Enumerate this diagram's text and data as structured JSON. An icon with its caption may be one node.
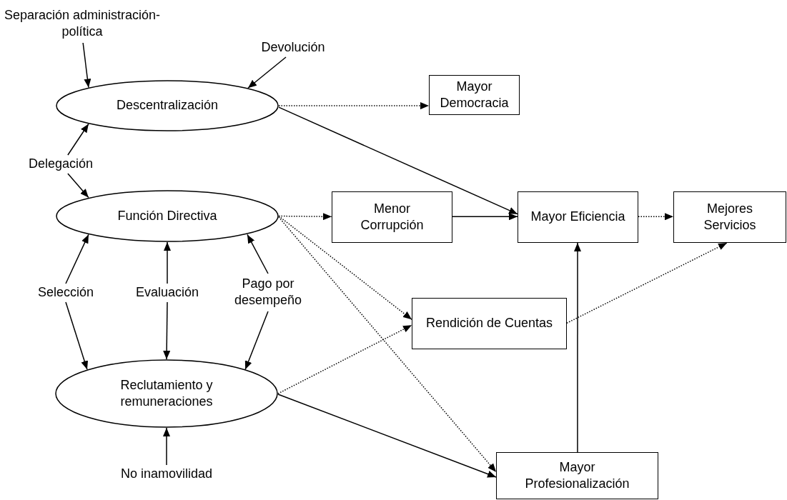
{
  "diagram": {
    "nodes": [
      {
        "text": [
          "Separación administración-política"
        ]
      },
      {
        "text": [
          "Devolución"
        ]
      },
      {
        "text": [
          "Descentralización"
        ]
      },
      {
        "text": [
          "Mayor Democracia"
        ]
      },
      {
        "text": [
          "Delegación"
        ]
      },
      {
        "text": [
          "Función Directiva"
        ]
      },
      {
        "text": [
          "Menor Corrupción"
        ]
      },
      {
        "text": [
          "Mayor Eficiencia"
        ]
      },
      {
        "text": [
          "Mejores Servicios"
        ]
      },
      {
        "text": [
          "Selección"
        ]
      },
      {
        "text": [
          "Evaluación"
        ]
      },
      {
        "text": [
          "Pago por desempeño"
        ]
      },
      {
        "text": [
          "Rendición de Cuentas"
        ]
      },
      {
        "text": [
          "Reclutamiento y remuneraciones"
        ]
      },
      {
        "text": [
          "No inamovilidad"
        ]
      },
      {
        "text": [
          "Mayor Profesionalización"
        ]
      }
    ],
    "edges": [
      {
        "from": 0,
        "to": 2,
        "arrow": "to"
      },
      {
        "from": 1,
        "to": 2,
        "arrow": "to"
      },
      {
        "from": 4,
        "to": 2,
        "arrow": "to"
      },
      {
        "from": 4,
        "to": 5,
        "arrow": "to"
      },
      {
        "from": 2,
        "to": 3,
        "arrow": "to",
        "style": "dashed"
      },
      {
        "from": 2,
        "to": 7,
        "arrow": "to"
      },
      {
        "from": 5,
        "to": 6,
        "arrow": "to",
        "style": "dashed"
      },
      {
        "from": 6,
        "to": 7,
        "arrow": "to"
      },
      {
        "from": 7,
        "to": 8,
        "arrow": "to",
        "style": "dashed"
      },
      {
        "from": 9,
        "to": 5,
        "arrow": "to"
      },
      {
        "from": 9,
        "to": 13,
        "arrow": "to"
      },
      {
        "from": 10,
        "to": 5,
        "arrow": "to"
      },
      {
        "from": 10,
        "to": 13,
        "arrow": "to"
      },
      {
        "from": 11,
        "to": 5,
        "arrow": "to"
      },
      {
        "from": 11,
        "to": 13,
        "arrow": "to"
      },
      {
        "from": 5,
        "to": 12,
        "arrow": "to",
        "style": "dashed"
      },
      {
        "from": 5,
        "to": 15,
        "arrow": "to",
        "style": "dashed"
      },
      {
        "from": 13,
        "to": 12,
        "arrow": "to",
        "style": "dashed"
      },
      {
        "from": 13,
        "to": 15,
        "arrow": "to"
      },
      {
        "from": 12,
        "to": 8,
        "arrow": "to",
        "style": "dashed"
      },
      {
        "from": 14,
        "to": 13,
        "arrow": "to"
      },
      {
        "from": 15,
        "to": 7,
        "arrow": "to"
      }
    ]
  }
}
